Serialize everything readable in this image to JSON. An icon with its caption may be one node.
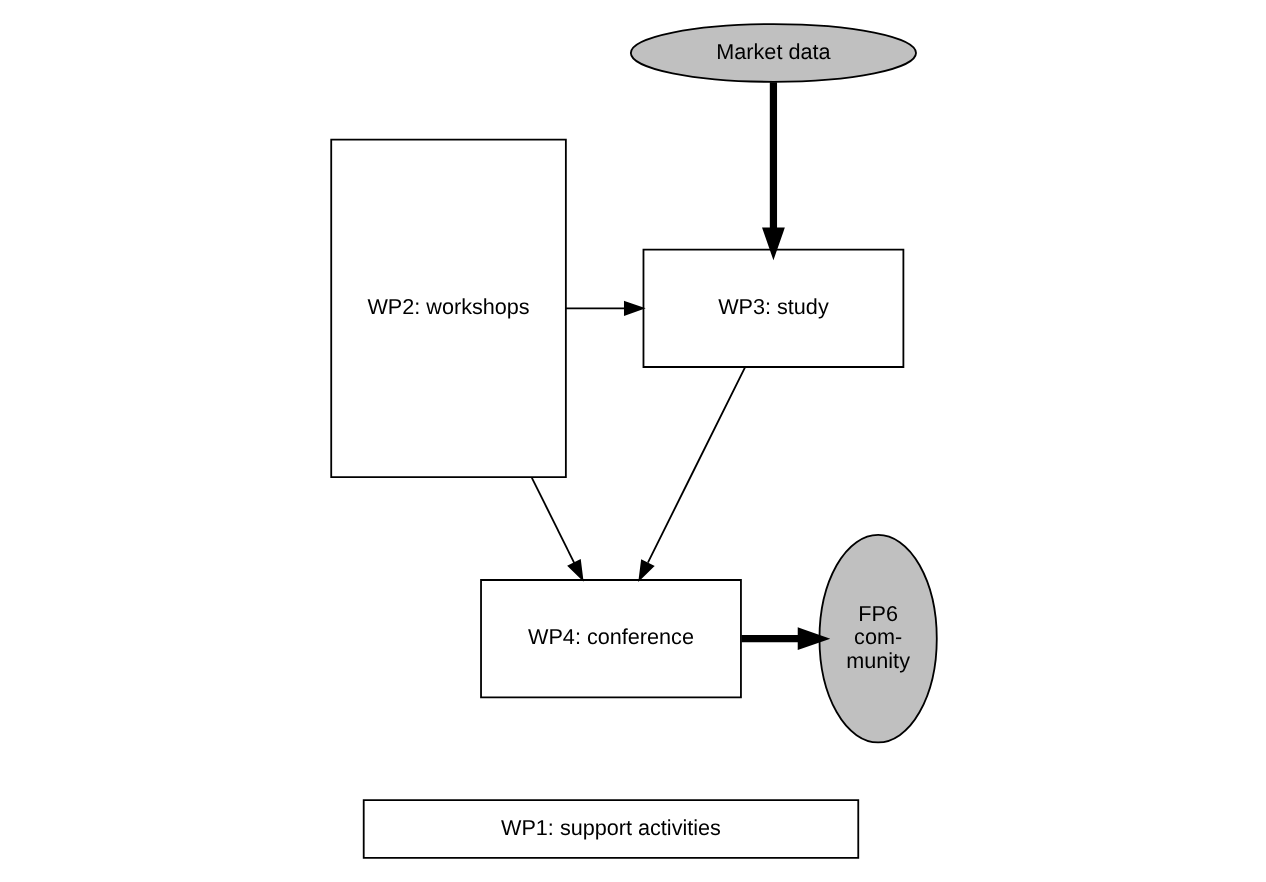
{
  "diagram": {
    "nodes": [
      {
        "text": [
          "Market data"
        ]
      },
      {
        "text": [
          "WP2: workshops"
        ]
      },
      {
        "text": [
          "WP3: study"
        ]
      },
      {
        "text": [
          "WP4: conference"
        ]
      },
      {
        "text": [
          "FP6 com- munity"
        ]
      },
      {
        "text": [
          "WP1: support activities"
        ]
      }
    ],
    "edges": [
      {
        "from": 0,
        "to": 2,
        "arrow": "to",
        "style": "thick"
      },
      {
        "from": 1,
        "to": 2,
        "arrow": "to"
      },
      {
        "from": 2,
        "to": 3,
        "arrow": "to"
      },
      {
        "from": 1,
        "to": 3,
        "arrow": "to"
      },
      {
        "from": 3,
        "to": 4,
        "arrow": "to",
        "style": "thick"
      }
    ]
  }
}
